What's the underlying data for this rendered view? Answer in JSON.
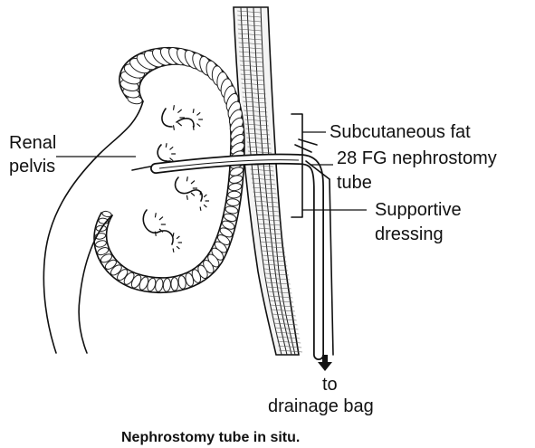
{
  "labels": {
    "renal_line1": "Renal",
    "renal_line2": "pelvis",
    "fat": "Subcutaneous fat",
    "tube_line1": "28 FG nephrostomy",
    "tube_line2": "tube",
    "dressing_line1": "Supportive",
    "dressing_line2": "dressing",
    "drain_line1": "to",
    "drain_line2": "drainage bag"
  },
  "caption": "Nephrostomy tube in situ."
}
